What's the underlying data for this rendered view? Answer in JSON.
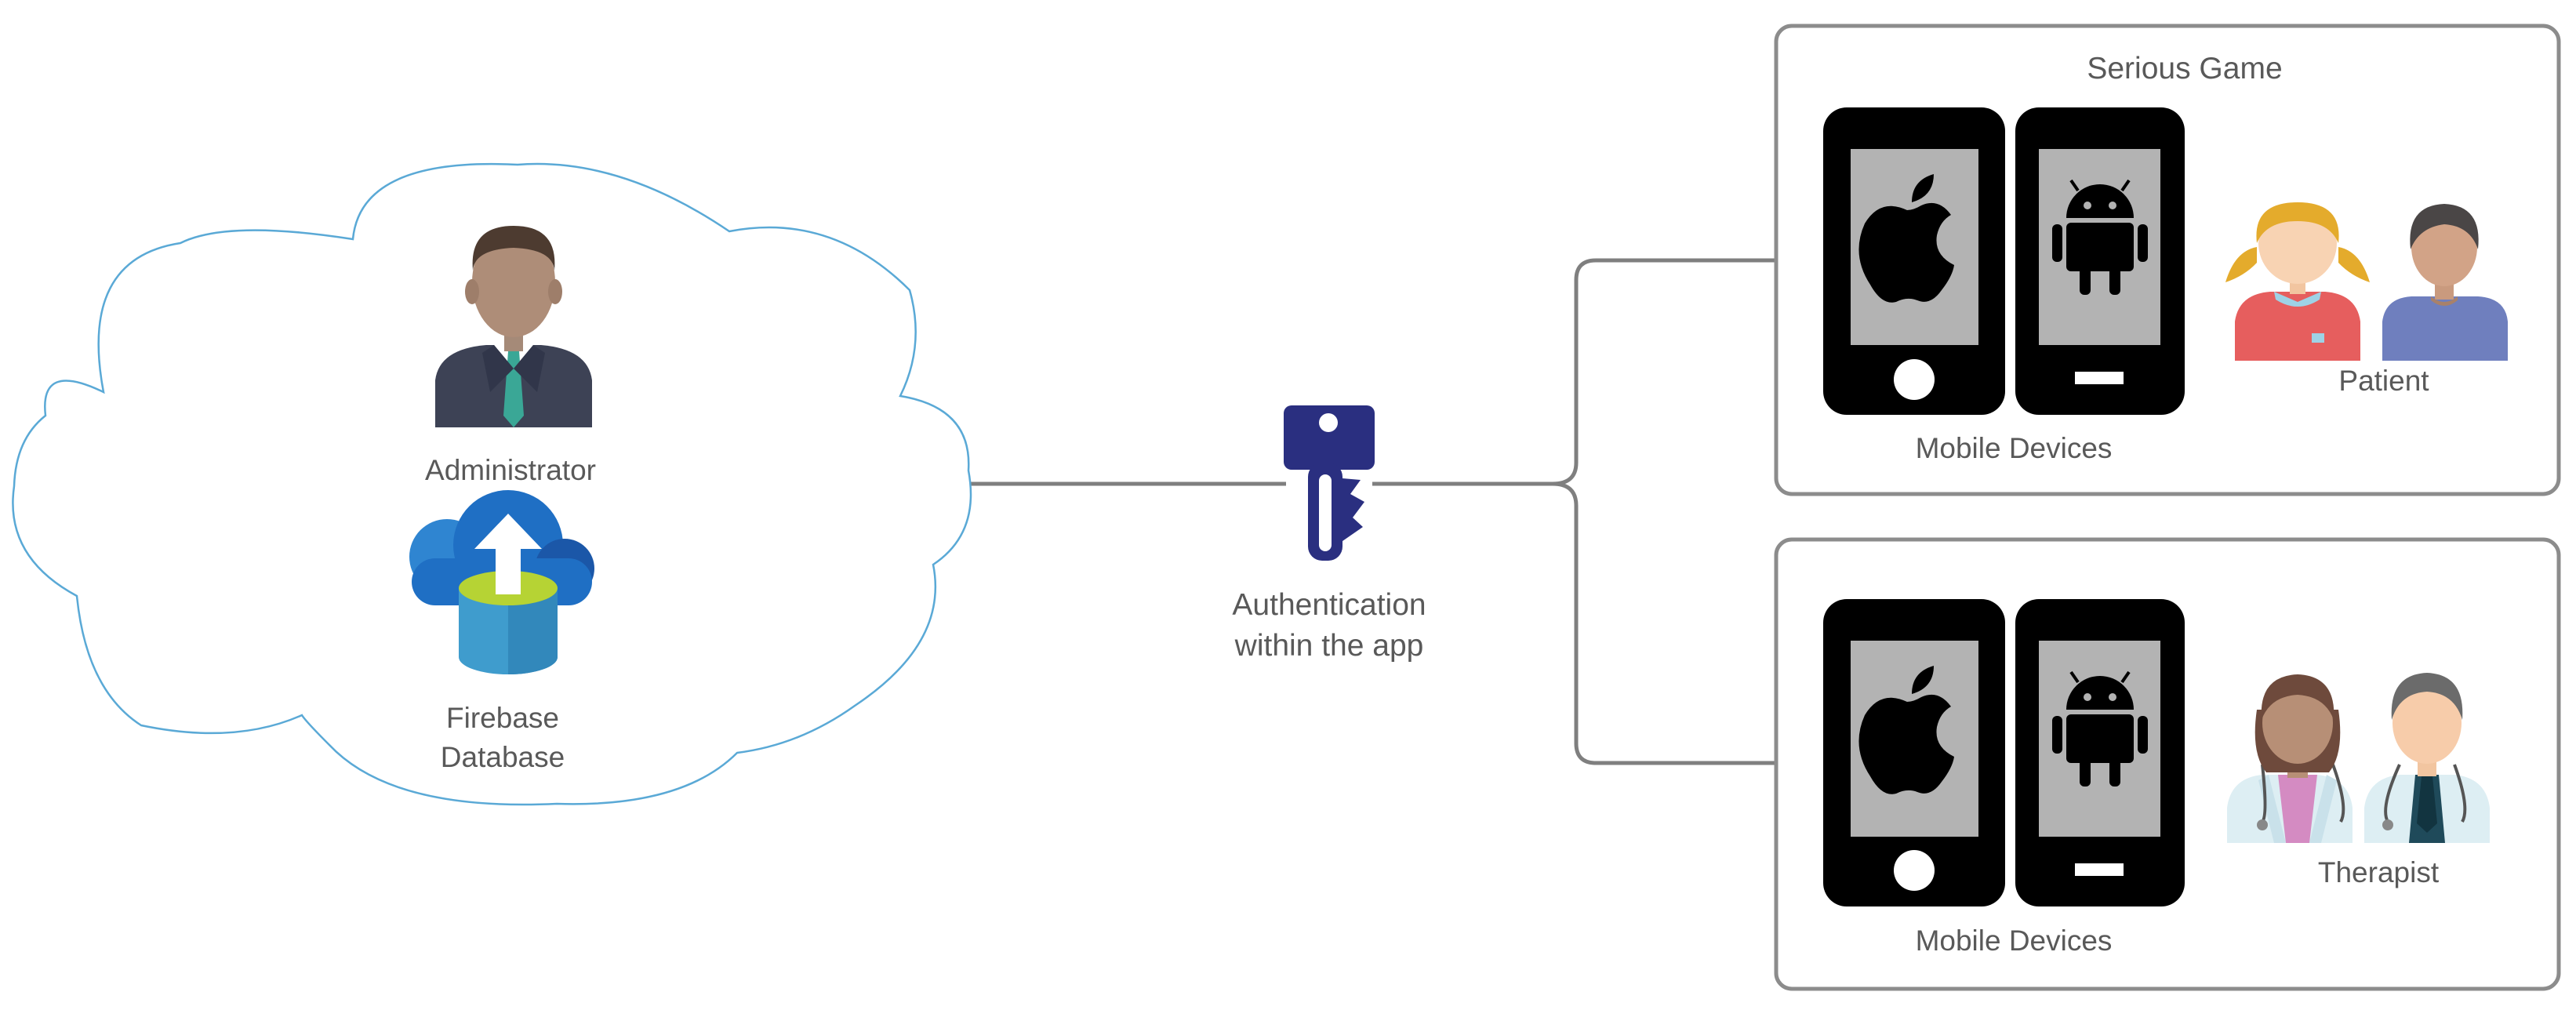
{
  "cloud": {
    "administrator_label": "Administrator",
    "database_label_line1": "Firebase",
    "database_label_line2": "Database"
  },
  "authentication": {
    "label_line1": "Authentication",
    "label_line2": "within the app",
    "key_color": "#2a2f80"
  },
  "serious_game_group": {
    "title": "Serious Game",
    "devices_label": "Mobile Devices",
    "users_label": "Patient"
  },
  "therapist_group": {
    "devices_label": "Mobile Devices",
    "users_label": "Therapist"
  },
  "colors": {
    "connector": "#7f7f7f",
    "box_border": "#8c8c8c",
    "cloud_outline": "#5aa9d6",
    "phone_body": "#000000",
    "phone_screen": "#b3b3b3",
    "text": "#595959"
  }
}
